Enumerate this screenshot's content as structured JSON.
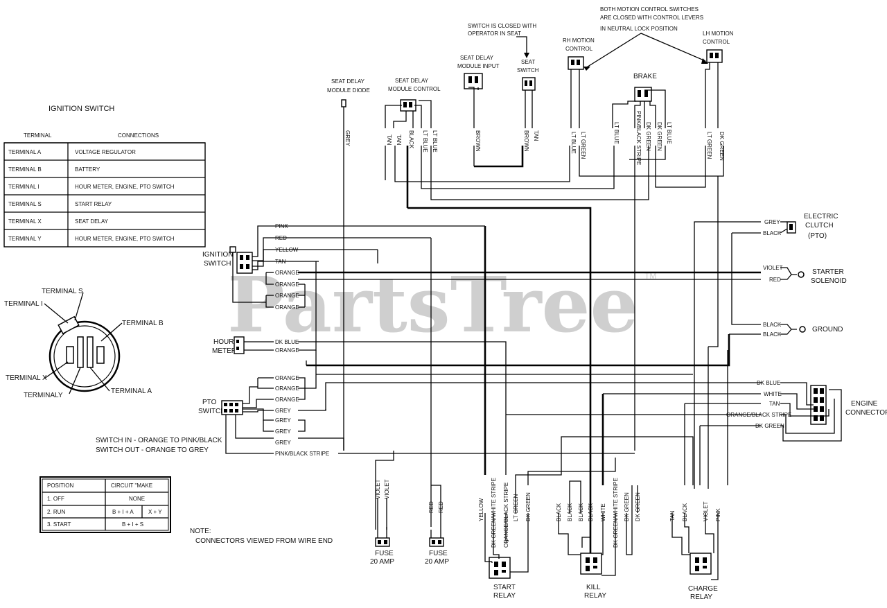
{
  "watermark": {
    "text": "PartsTree",
    "tm": "TM"
  },
  "ignition_table": {
    "title": "IGNITION SWITCH",
    "headers": [
      "TERMINAL",
      "CONNECTIONS"
    ],
    "rows": [
      [
        "TERMINAL A",
        "VOLTAGE REGULATOR"
      ],
      [
        "TERMINAL B",
        "BATTERY"
      ],
      [
        "TERMINAL I",
        "HOUR METER, ENGINE, PTO SWITCH"
      ],
      [
        "TERMINAL S",
        "START RELAY"
      ],
      [
        "TERMINAL X",
        "SEAT DELAY"
      ],
      [
        "TERMINAL Y",
        "HOUR METER, ENGINE, PTO SWITCH"
      ]
    ]
  },
  "terminal_diagram": {
    "s": "TERMINAL S",
    "i": "TERMINAL I",
    "b": "TERMINAL B",
    "x": "TERMINAL X",
    "y": "TERMINALY",
    "a": "TERMINAL A"
  },
  "position_table": {
    "headers": [
      "POSITION",
      "CIRCUIT \"MAKE"
    ],
    "rows": [
      [
        "1. OFF",
        "NONE",
        ""
      ],
      [
        "2. RUN",
        "B + I + A",
        "X + Y"
      ],
      [
        "3. START",
        "B + I + S",
        ""
      ]
    ]
  },
  "notes": {
    "pto_switch_1": "SWITCH IN - ORANGE TO PINK/BLACK",
    "pto_switch_2": "SWITCH OUT - ORANGE TO GREY",
    "note_title": "NOTE:",
    "note_text": "CONNECTORS VIEWED FROM WIRE END",
    "seat_closed_1": "SWITCH IS CLOSED WITH",
    "seat_closed_2": "OPERATOR IN SEAT",
    "motion_1": "BOTH MOTION CONTROL SWITCHES",
    "motion_2": "ARE CLOSED WITH CONTROL LEVERS",
    "motion_3": "IN NEUTRAL LOCK POSITION"
  },
  "components": {
    "seat_diode_1": "SEAT DELAY",
    "seat_diode_2": "MODULE DIODE",
    "seat_ctrl_1": "SEAT DELAY",
    "seat_ctrl_2": "MODULE CONTROL",
    "seat_input_1": "SEAT DELAY",
    "seat_input_2": "MODULE INPUT",
    "seat_switch_1": "SEAT",
    "seat_switch_2": "SWITCH",
    "rh_1": "RH MOTION",
    "rh_2": "CONTROL",
    "lh_1": "LH MOTION",
    "lh_2": "CONTROL",
    "brake": "BRAKE",
    "ign_1": "IGNITION",
    "ign_2": "SWITCH",
    "hour_1": "HOUR",
    "hour_2": "METER",
    "pto_1": "PTO",
    "pto_2": "SWITCH",
    "clutch_1": "ELECTRIC",
    "clutch_2": "CLUTCH",
    "clutch_3": "(PTO)",
    "starter_1": "STARTER",
    "starter_2": "SOLENOID",
    "ground": "GROUND",
    "engine_1": "ENGINE",
    "engine_2": "CONNECTOR",
    "fuse1_1": "FUSE",
    "fuse1_2": "20 AMP",
    "fuse2_1": "FUSE",
    "fuse2_2": "20 AMP",
    "start_1": "START",
    "start_2": "RELAY",
    "kill_1": "KILL",
    "kill_2": "RELAY",
    "charge_1": "CHARGE",
    "charge_2": "RELAY"
  },
  "wire_labels": {
    "pink": "PINK",
    "red": "RED",
    "yellow": "YELLOW",
    "tan": "TAN",
    "orange": "ORANGE",
    "dk_blue": "DK BLUE",
    "grey": "GREY",
    "pink_black": "PINK/BLACK STRIPE",
    "grey_r": "GREY",
    "black_r": "BLACK",
    "violet_r": "VIOLET",
    "red_r": "RED",
    "black_g1": "BLACK",
    "black_g2": "BLACK",
    "dk_blue_r": "DK BLUE",
    "white_r": "WHITE",
    "tan_r": "TAN",
    "orange_black_r": "ORANGE/BLACK STRIPE",
    "dk_green_r": "DK GREEN",
    "v_grey": "GREY",
    "v_tan1": "TAN",
    "v_tan2": "TAN",
    "v_black": "BLACK",
    "v_ltblue1": "LT BLUE",
    "v_brown1": "BROWN",
    "v_brown2": "BROWN",
    "v_tan3": "TAN",
    "v_ltblue2": "LT BLUE",
    "v_ltgreen": "LT GREEN",
    "v_ltblue3": "LT BLUE",
    "v_ltblue4": "LT BLUE",
    "v_pinkblack": "PINK/BLACK STRIPE",
    "v_dkgreen1": "DK GREEN",
    "v_dkgreen2": "DK GREEN",
    "v_ltblue5": "LT BLUE",
    "v_ltgreen2": "LT GREEN",
    "v_dkgreen3": "DK GREEN",
    "v_violet1": "VIOLET",
    "v_violet2": "VIOLET",
    "v_red1": "RED",
    "v_red2": "RED",
    "v_yellow": "YELLOW",
    "v_dkgw": "DK GREEN/WHITE STRIPE",
    "v_orbk": "ORANGE/BLACK STRIPE",
    "v_ltgreen3": "LT GREEN",
    "v_dkgreen4": "DK GREEN",
    "v_black1": "BLACK",
    "v_black2": "BLACK",
    "v_black3": "BLACK",
    "v_black4": "BLACK",
    "v_white": "WHITE",
    "v_dkgw2": "DK GREEN/WHITE STRIPE",
    "v_dkgreen5": "DK GREEN",
    "v_dkgreen6": "DK GREEN",
    "v_tan4": "TAN",
    "v_black5": "BLACK",
    "v_violet3": "VIOLET",
    "v_pink": "PINK"
  }
}
